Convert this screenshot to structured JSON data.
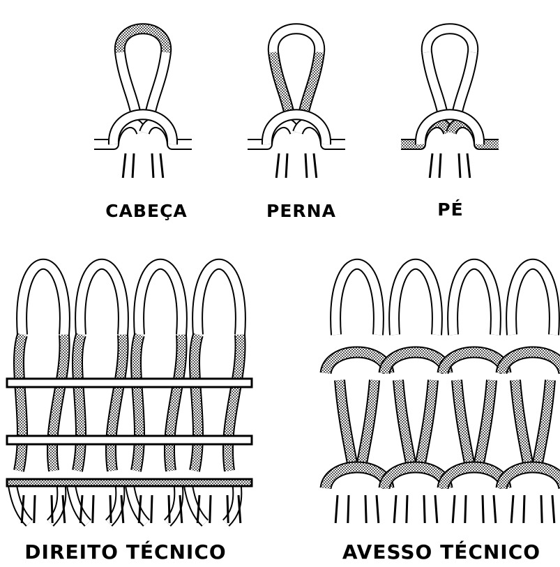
{
  "labels": {
    "cabeca": "CABEÇA",
    "perna": "PERNA",
    "pe": "PÉ",
    "direito": "DIREITO TÉCNICO",
    "avesso": "AVESSO TÉCNICO"
  },
  "colors": {
    "background": "#ffffff",
    "outline": "#000000",
    "yarn_plain": "#ffffff",
    "yarn_highlight": "#9a9a9a"
  }
}
